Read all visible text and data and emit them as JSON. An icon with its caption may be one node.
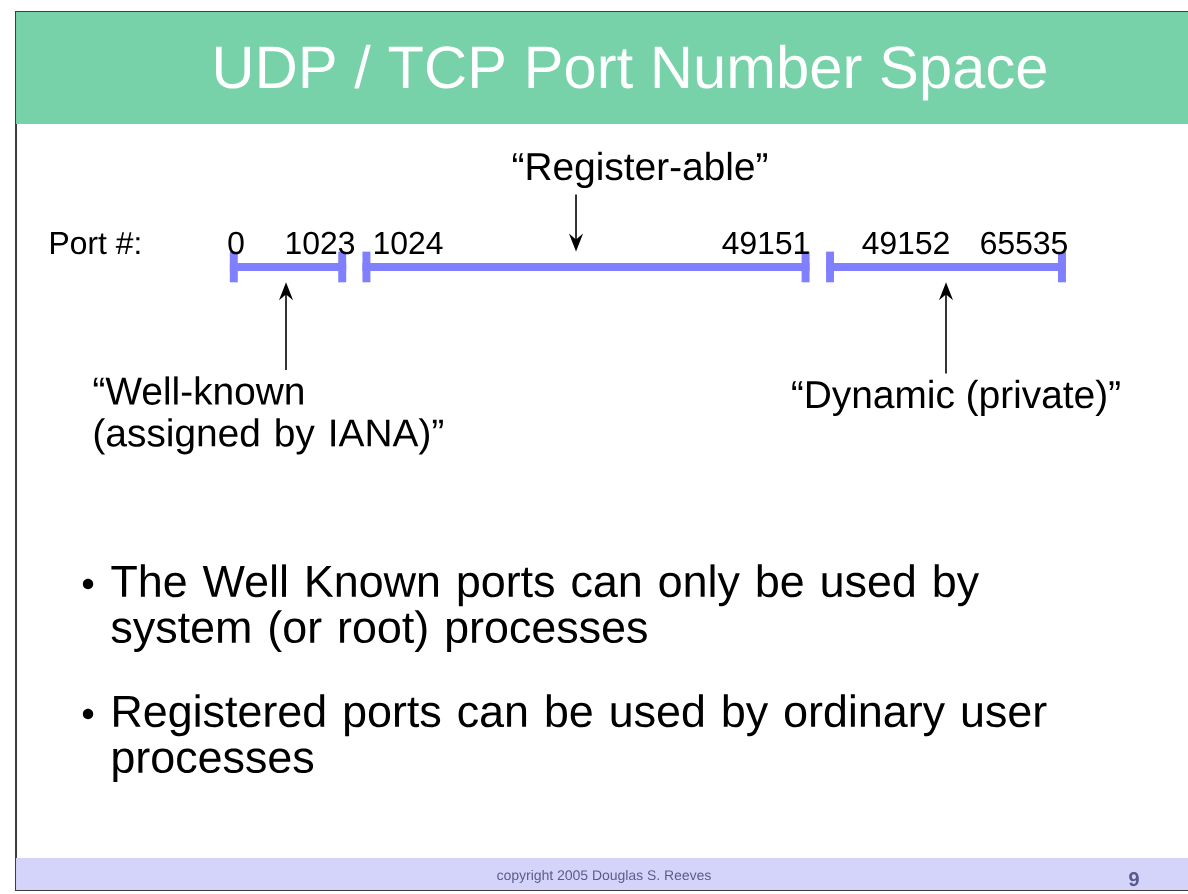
{
  "diagram": {
    "title": "UDP / TCP Port Number Space",
    "nodes": [
      {
        "text": [
          "“Register-able”"
        ]
      },
      {
        "text": [],
        "shape": "bar"
      },
      {
        "text": [],
        "shape": "bar"
      },
      {
        "text": [],
        "shape": "bar"
      },
      {
        "text": [
          "“Well-known (assigned by IANA)”"
        ]
      },
      {
        "text": [
          "“Dynamic (private)”"
        ]
      }
    ],
    "edges": [
      {
        "from": 0,
        "to": 2,
        "arrow": "to"
      },
      {
        "from": 4,
        "to": 1,
        "arrow": "to"
      },
      {
        "from": 5,
        "to": 3,
        "arrow": "to"
      }
    ],
    "labels": [
      "Port #:",
      "0",
      "1023",
      "1024",
      "49151",
      "49152",
      "65535",
      "The Well Known ports can only be used by system (or root) processes",
      "Registered ports can be used by ordinary user processes",
      "copyright 2005 Douglas S. Reeves",
      "9"
    ]
  }
}
